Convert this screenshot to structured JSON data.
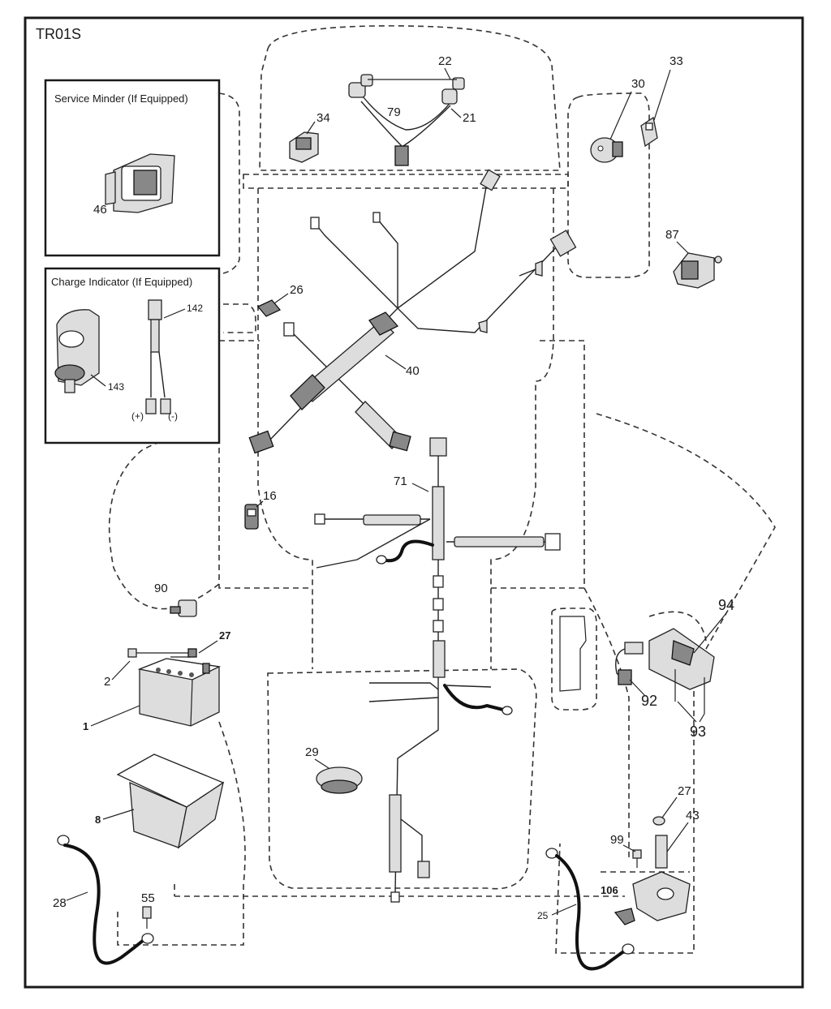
{
  "diagram_code": "TR01S",
  "boxes": {
    "service_minder_title": "Service Minder (If Equipped)",
    "charge_indicator_title": "Charge Indicator (If Equipped)",
    "plus_label": "(+)",
    "minus_label": "(-)"
  },
  "labels": {
    "p1": "1",
    "p2": "2",
    "p8": "8",
    "p16": "16",
    "p21": "21",
    "p22": "22",
    "p25": "25",
    "p26": "26",
    "p27a": "27",
    "p27b": "27",
    "p28": "28",
    "p29": "29",
    "p30": "30",
    "p33": "33",
    "p34": "34",
    "p40": "40",
    "p43": "43",
    "p46": "46",
    "p55": "55",
    "p71": "71",
    "p79": "79",
    "p87": "87",
    "p90": "90",
    "p92": "92",
    "p93": "93",
    "p94": "94",
    "p99": "99",
    "p106": "106",
    "p142": "142",
    "p143": "143"
  }
}
